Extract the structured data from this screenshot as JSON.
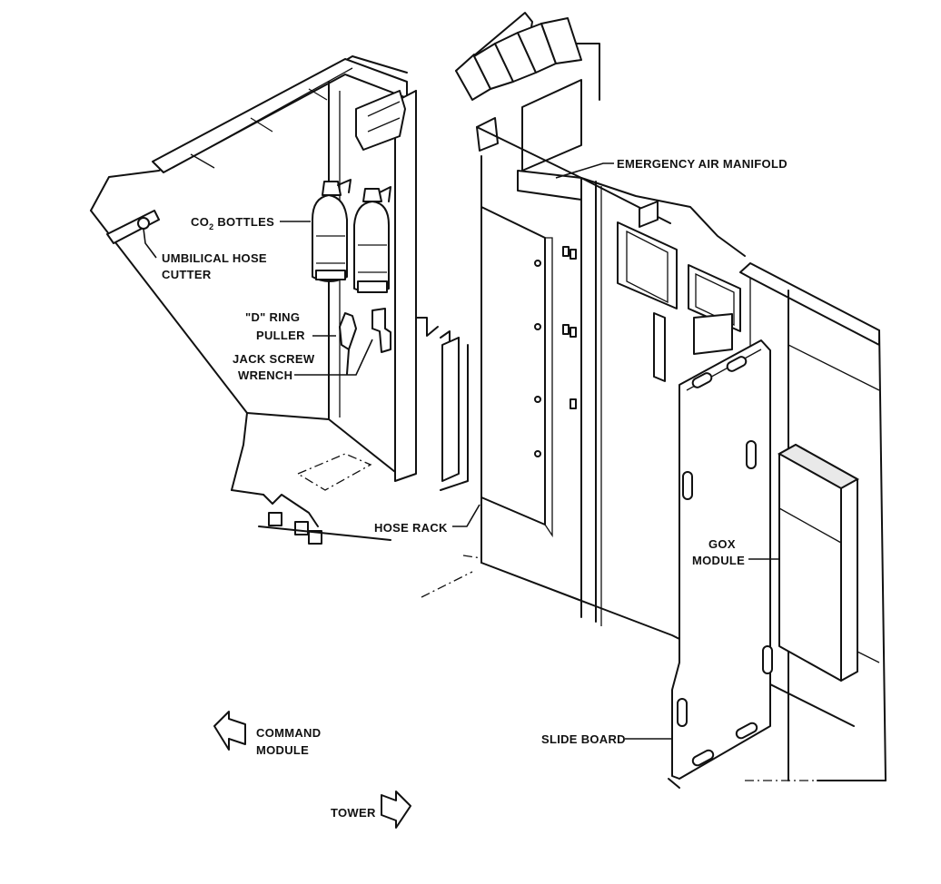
{
  "labels": {
    "emergency_air_manifold": "EMERGENCY AIR MANIFOLD",
    "co2_bottles_prefix": "CO",
    "co2_bottles_subscript": "2",
    "co2_bottles_suffix": " BOTTLES",
    "umbilical_hose_cutter_line1": "UMBILICAL HOSE",
    "umbilical_hose_cutter_line2": "CUTTER",
    "d_ring_puller_line1": "\"D\" RING",
    "d_ring_puller_line2": "PULLER",
    "jack_screw_wrench_line1": "JACK SCREW",
    "jack_screw_wrench_line2": "WRENCH",
    "hose_rack": "HOSE RACK",
    "gox_module_line1": "GOX",
    "gox_module_line2": "MODULE",
    "slide_board": "SLIDE BOARD",
    "command_module_line1": "COMMAND",
    "command_module_line2": "MODULE",
    "tower": "TOWER"
  }
}
